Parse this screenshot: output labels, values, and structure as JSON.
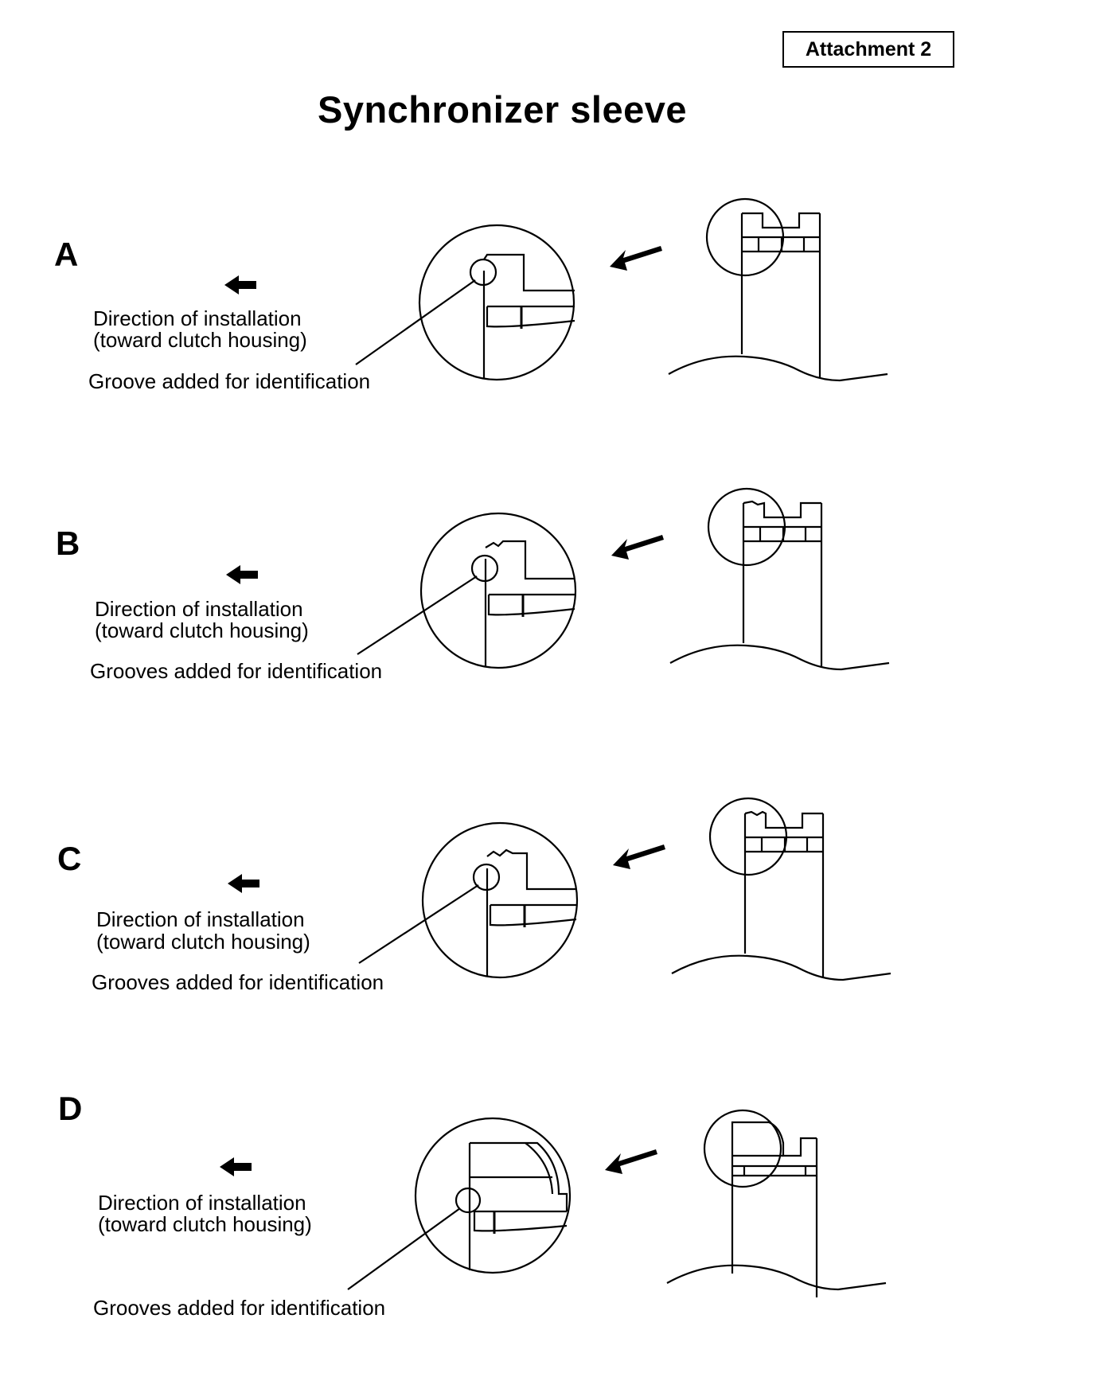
{
  "attachment_label": "Attachment 2",
  "title": "Synchronizer sleeve",
  "sections": [
    {
      "letter": "A",
      "direction_line1": "Direction of installation",
      "direction_line2": "(toward clutch housing)",
      "groove_label": "Groove added for identification"
    },
    {
      "letter": "B",
      "direction_line1": "Direction of installation",
      "direction_line2": "(toward clutch housing)",
      "groove_label": "Grooves added for identification"
    },
    {
      "letter": "C",
      "direction_line1": "Direction of installation",
      "direction_line2": "(toward clutch housing)",
      "groove_label": "Grooves added for identification"
    },
    {
      "letter": "D",
      "direction_line1": "Direction of installation",
      "direction_line2": "(toward clutch housing)",
      "groove_label": "Grooves added for identification"
    }
  ]
}
